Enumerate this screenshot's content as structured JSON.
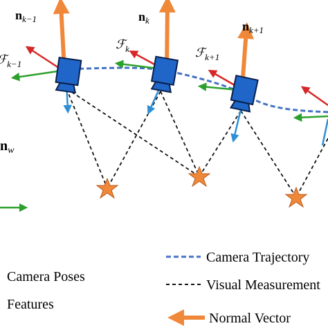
{
  "colors": {
    "camera_fill": "#1f66c8",
    "camera_stroke": "#0a1f4a",
    "normal_arrow": "#f0883a",
    "red_axis": "#d62728",
    "green_axis": "#2ca02c",
    "blue_axis": "#2f8fd6",
    "trajectory": "#4472c4",
    "feature_star": "#f0883a",
    "measurement_line": "#111111"
  },
  "poses": [
    {
      "normal_label_main": "n",
      "normal_label_sub": "k−1",
      "frame_label_main": "ℱ",
      "frame_label_sub": "k−1"
    },
    {
      "normal_label_main": "n",
      "normal_label_sub": "k",
      "frame_label_main": "ℱ",
      "frame_label_sub": "k"
    },
    {
      "normal_label_main": "n",
      "normal_label_sub": "k+1",
      "frame_label_main": "ℱ",
      "frame_label_sub": "k+1"
    }
  ],
  "world_normal": {
    "main": "n",
    "sub": "w"
  },
  "legend": {
    "camera_poses": "Camera Poses",
    "features": "Features",
    "camera_trajectory": "Camera Trajectory",
    "visual_measurement": "Visual Measurement",
    "normal_vector": "Normal Vector"
  }
}
